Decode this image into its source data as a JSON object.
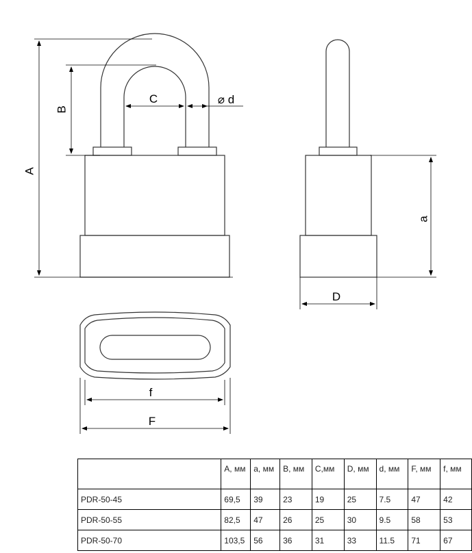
{
  "labels": {
    "A": "A",
    "B": "B",
    "C": "C",
    "d": "⌀ d",
    "a": "a",
    "D": "D",
    "f": "f",
    "F": "F"
  },
  "table": {
    "headers": [
      "",
      "A, мм",
      "a, мм",
      "B, мм",
      "C,мм",
      "D, мм",
      "d, мм",
      "F, мм",
      "f, мм"
    ],
    "rows": [
      [
        "PDR-50-45",
        "69,5",
        "39",
        "23",
        "19",
        "25",
        "7.5",
        "47",
        "42"
      ],
      [
        "PDR-50-55",
        "82,5",
        "47",
        "26",
        "25",
        "30",
        "9.5",
        "58",
        "53"
      ],
      [
        "PDR-50-70",
        "103,5",
        "56",
        "36",
        "31",
        "33",
        "11.5",
        "71",
        "67"
      ]
    ]
  }
}
